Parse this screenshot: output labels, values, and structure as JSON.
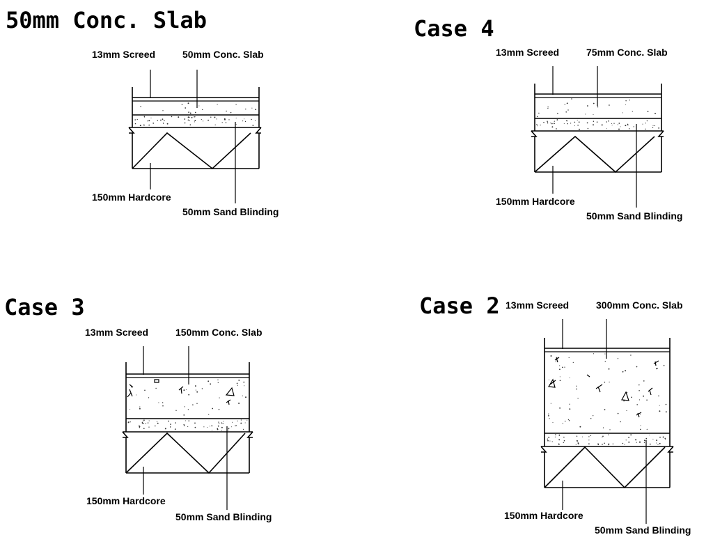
{
  "panels": [
    {
      "title": "50mm Conc. Slab",
      "screed_label": "13mm Screed",
      "slab_label": "50mm Conc. Slab",
      "hardcore_label": "150mm Hardcore",
      "blinding_label": "50mm Sand Blinding"
    },
    {
      "title": "Case 4",
      "screed_label": "13mm Screed",
      "slab_label": "75mm Conc. Slab",
      "hardcore_label": "150mm Hardcore",
      "blinding_label": "50mm Sand Blinding"
    },
    {
      "title": "Case 3",
      "screed_label": "13mm Screed",
      "slab_label": "150mm Conc. Slab",
      "hardcore_label": "150mm Hardcore",
      "blinding_label": "50mm Sand Blinding"
    },
    {
      "title": "Case 2",
      "screed_label": "13mm Screed",
      "slab_label": "300mm Conc. Slab",
      "hardcore_label": "150mm Hardcore",
      "blinding_label": "50mm Sand Blinding"
    }
  ]
}
